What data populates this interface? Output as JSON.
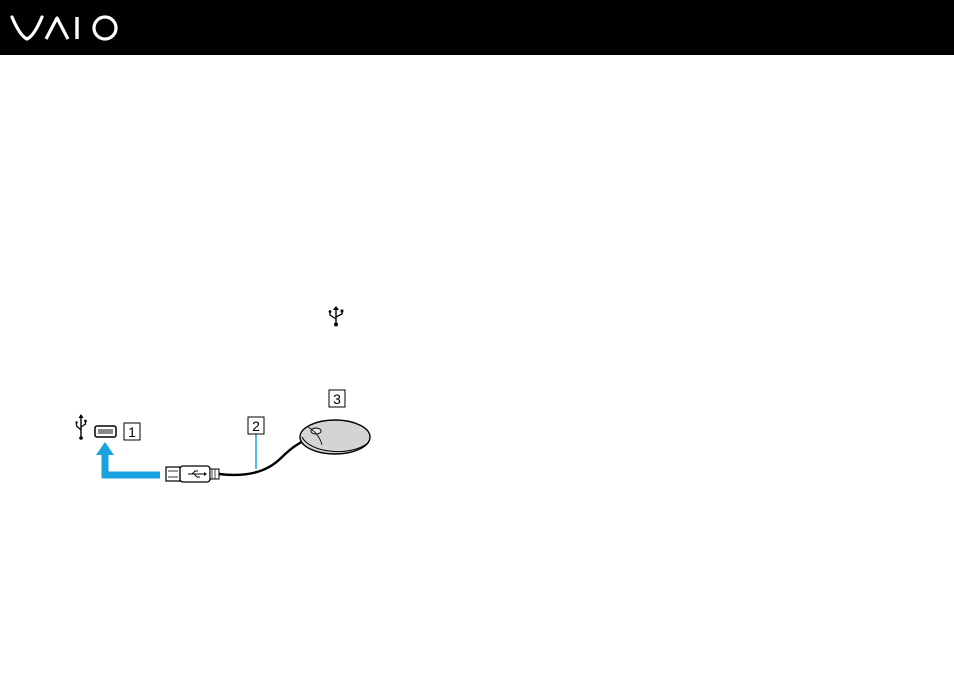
{
  "header": {
    "logo_text": "VAIO",
    "background": "#000000",
    "logo_color": "#ffffff"
  },
  "inline_icon": {
    "name": "usb-icon"
  },
  "figure": {
    "accent_color": "#1aa3e0",
    "callouts": [
      {
        "label": "1"
      },
      {
        "label": "2"
      },
      {
        "label": "3"
      }
    ]
  }
}
